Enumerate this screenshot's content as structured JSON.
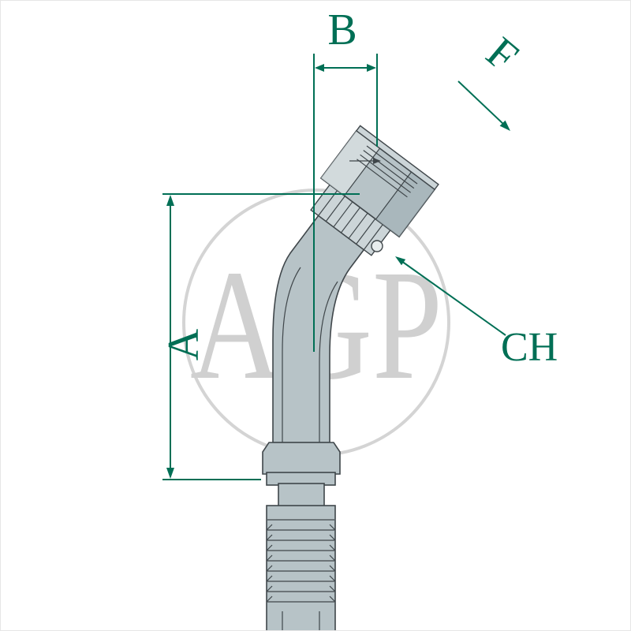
{
  "watermark": {
    "text": "AGP",
    "color": "#d0d0d0"
  },
  "dimensions": {
    "a_label": "A",
    "b_label": "B",
    "f_label": "F",
    "ch_label": "CH",
    "line_color": "#006f55"
  },
  "drawing": {
    "body_color": "#b7c3c7",
    "light_color": "#ccd5d8",
    "outline_color": "#3f464a"
  }
}
